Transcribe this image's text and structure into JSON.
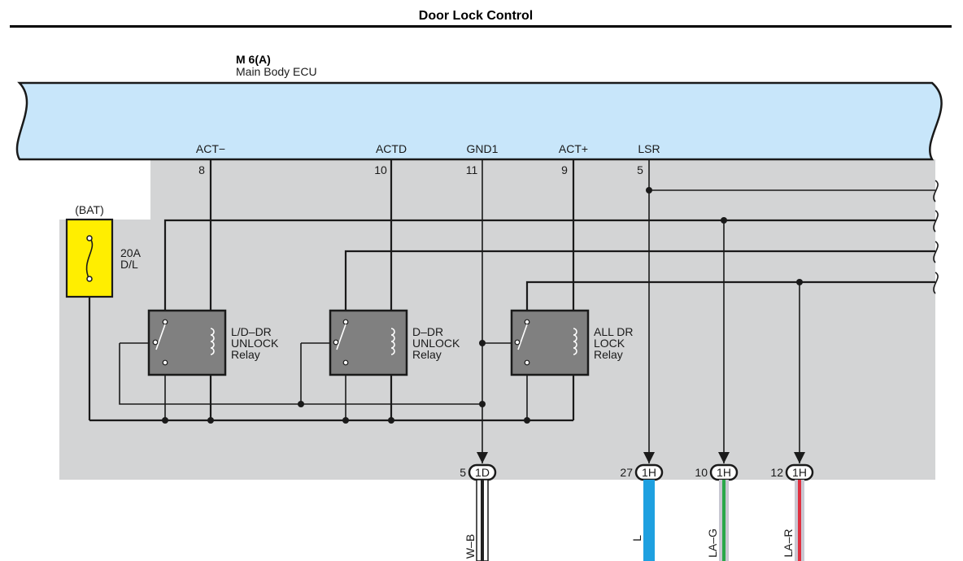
{
  "title": "Door Lock Control",
  "ecu": {
    "code": "M 6(A)",
    "name": "Main Body ECU"
  },
  "ecu_pins": [
    {
      "name": "ACT−",
      "number": "8"
    },
    {
      "name": "ACTD",
      "number": "10"
    },
    {
      "name": "GND1",
      "number": "11"
    },
    {
      "name": "ACT+",
      "number": "9"
    },
    {
      "name": "LSR",
      "number": "5"
    }
  ],
  "fuse": {
    "supply": "(BAT)",
    "rating": "20A",
    "name": "D/L",
    "color": "#ffee00"
  },
  "relays": [
    {
      "lines": [
        "L/D–DR",
        "UNLOCK",
        "Relay"
      ]
    },
    {
      "lines": [
        "D–DR",
        "UNLOCK",
        "Relay"
      ]
    },
    {
      "lines": [
        "ALL DR",
        "LOCK",
        "Relay"
      ]
    }
  ],
  "connectors": [
    {
      "pin": "5",
      "id": "1D",
      "wire": "W–B",
      "colors": [
        "#222222",
        "#ffffff"
      ]
    },
    {
      "pin": "27",
      "id": "1H",
      "wire": "L",
      "colors": [
        "#1ea0e0"
      ]
    },
    {
      "pin": "10",
      "id": "1H",
      "wire": "LA–G",
      "colors": [
        "#2aa84a",
        "#c8c8d2"
      ]
    },
    {
      "pin": "12",
      "id": "1H",
      "wire": "LA–R",
      "colors": [
        "#e03040",
        "#c8c8d2"
      ]
    }
  ],
  "colors": {
    "ecu_fill": "#c8e6fa",
    "interior_fill": "#d3d4d5",
    "relay_fill": "#808080"
  }
}
